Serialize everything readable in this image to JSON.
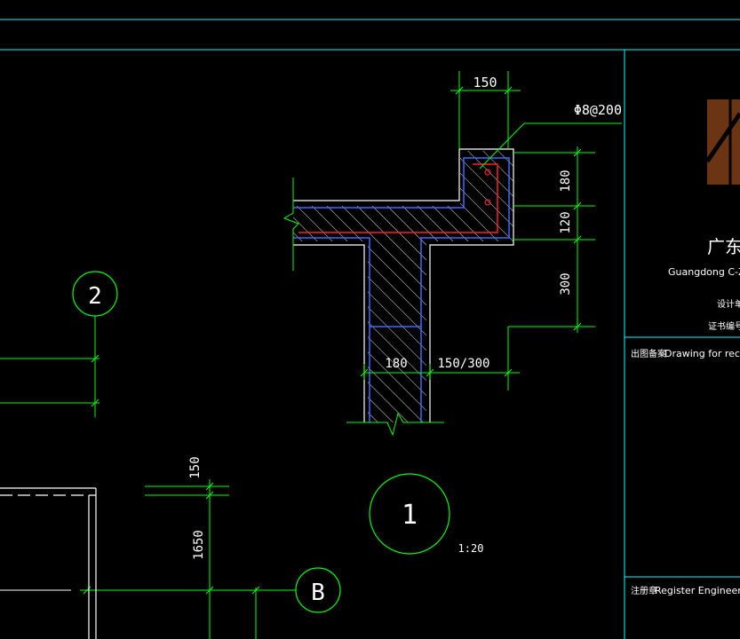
{
  "detail": {
    "dims": {
      "top_width": "150",
      "rebar_callout": "Φ8@200",
      "h_upper": "180",
      "h_slab": "120",
      "h_lower": "300",
      "web_width": "180",
      "offset": "150/300"
    },
    "scale_label": "1:20",
    "detail_no": "1"
  },
  "grid": {
    "axis_num": "2",
    "axis_letter": "B"
  },
  "lower_dims": {
    "d1": "150",
    "d2": "1650"
  },
  "title_block": {
    "company_cn": "广东",
    "company_en": "Guangdong C-Zo",
    "field1": "设计单位",
    "field2": "证书编号C",
    "filing_label_cn": "出图备案",
    "filing_label_en": "Drawing for reco",
    "engineer_label_cn": "注册章",
    "engineer_label_en": "Register Engineer S"
  },
  "colors": {
    "background": "#000000",
    "outline": "#ffffff",
    "dimension": "#00ff00",
    "grid_line": "#00ffff",
    "rebar": "#ff2020",
    "hatch_blue": "#3a6bff",
    "logo_brown": "#6b3513"
  }
}
